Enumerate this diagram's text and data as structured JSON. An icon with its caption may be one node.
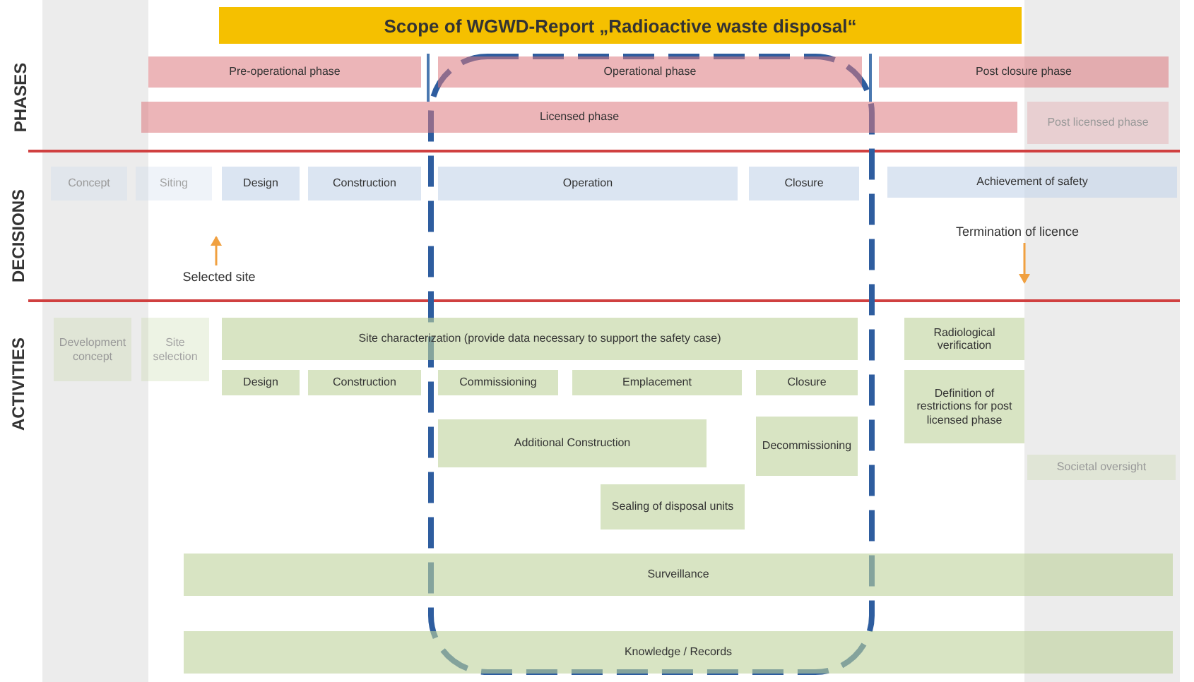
{
  "diagram": {
    "title": "Scope of WGWD-Report „Radioactive waste disposal“",
    "nodes": [
      {
        "text": [
          "Pre-operational phase"
        ]
      },
      {
        "text": [
          "Operational phase"
        ]
      },
      {
        "text": [
          "Post closure phase"
        ]
      },
      {
        "text": [
          "Licensed phase"
        ]
      },
      {
        "text": [
          "Post licensed phase"
        ]
      },
      {
        "text": [
          "Concept"
        ]
      },
      {
        "text": [
          "Siting"
        ]
      },
      {
        "text": [
          "Design"
        ]
      },
      {
        "text": [
          "Construction"
        ]
      },
      {
        "text": [
          "Operation"
        ]
      },
      {
        "text": [
          "Closure"
        ]
      },
      {
        "text": [
          "Achievement of safety"
        ]
      },
      {
        "text": [
          "Selected site"
        ]
      },
      {
        "text": [
          "Termination of licence"
        ]
      },
      {
        "text": [
          "Development concept"
        ]
      },
      {
        "text": [
          "Site selection"
        ]
      },
      {
        "text": [
          "Site characterization (provide data necessary to support the safety case)"
        ]
      },
      {
        "text": [
          "Design"
        ]
      },
      {
        "text": [
          "Construction"
        ]
      },
      {
        "text": [
          "Commissioning"
        ]
      },
      {
        "text": [
          "Emplacement"
        ]
      },
      {
        "text": [
          "Closure"
        ]
      },
      {
        "text": [
          "Radiological verification"
        ]
      },
      {
        "text": [
          "Definition of restrictions for post licensed phase"
        ]
      },
      {
        "text": [
          "Additional Construction"
        ]
      },
      {
        "text": [
          "Decommissioning"
        ]
      },
      {
        "text": [
          "Sealing of disposal units"
        ]
      },
      {
        "text": [
          "Societal oversight"
        ]
      },
      {
        "text": [
          "Surveillance"
        ]
      },
      {
        "text": [
          "Knowledge / Records"
        ]
      }
    ],
    "edges": [
      {
        "from": 12,
        "to": null,
        "arrow": "to"
      },
      {
        "from": 13,
        "to": null,
        "arrow": "to"
      }
    ],
    "labels": [
      "PHASES",
      "DECISIONS",
      "ACTIVITIES"
    ]
  }
}
